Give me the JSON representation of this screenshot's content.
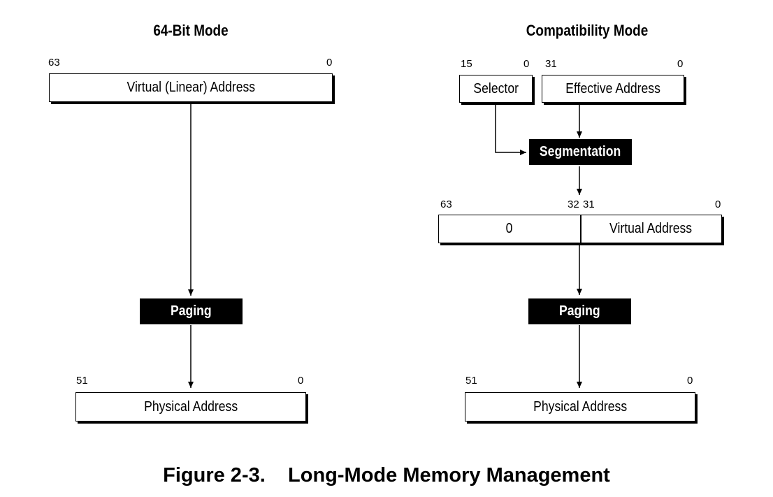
{
  "left": {
    "title": "64-Bit Mode",
    "virtual": {
      "label": "Virtual (Linear) Address",
      "hi": "63",
      "lo": "0"
    },
    "paging": "Paging",
    "physical": {
      "label": "Physical Address",
      "hi": "51",
      "lo": "0"
    }
  },
  "right": {
    "title": "Compatibility Mode",
    "selector": {
      "label": "Selector",
      "hi": "15",
      "lo": "0"
    },
    "effective": {
      "label": "Effective Address",
      "hi": "31",
      "lo": "0"
    },
    "segmentation": "Segmentation",
    "virtual": {
      "upper_label": "0",
      "lower_label": "Virtual Address",
      "hi": "63",
      "mid_hi": "32",
      "mid_lo": "31",
      "lo": "0"
    },
    "paging": "Paging",
    "physical": {
      "label": "Physical Address",
      "hi": "51",
      "lo": "0"
    }
  },
  "caption": {
    "number": "Figure 2-3.",
    "text": "Long-Mode Memory Management"
  }
}
